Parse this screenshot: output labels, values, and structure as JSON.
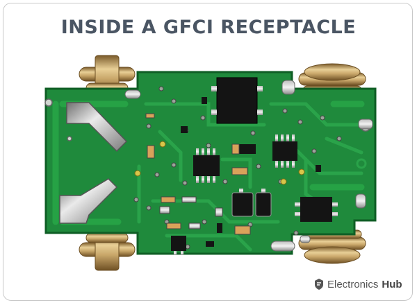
{
  "title": "INSIDE A GFCI RECEPTACLE",
  "brand": {
    "name": "Electronics",
    "suffix": "Hub"
  },
  "colors": {
    "title": "#4a5563",
    "board": "#1f8a3c",
    "board_edge": "#0f5e25",
    "trace": "#2aa34a",
    "chip": "#141414",
    "terminal": "#c9a76a",
    "terminal_dark": "#8d6c34"
  },
  "icons": [
    "electronics-hub-logo-icon"
  ]
}
